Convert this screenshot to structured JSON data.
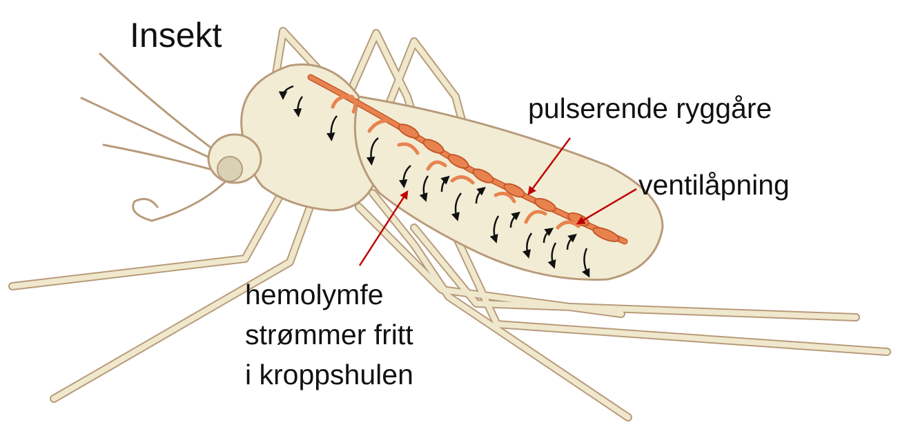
{
  "title": "Insekt",
  "labels": {
    "vessel": "pulserende ryggåre",
    "valve": "ventilåpning",
    "hemolymph": [
      "hemolymfe",
      "strømmer fritt",
      "i kroppshulen"
    ]
  },
  "colors": {
    "body_fill": "#f2ecd4",
    "body_outline": "#b89a7a",
    "vessel": "#e8834f",
    "vessel_outline": "#c4582a",
    "arrow": "#111111",
    "pointer": "#c00000"
  }
}
